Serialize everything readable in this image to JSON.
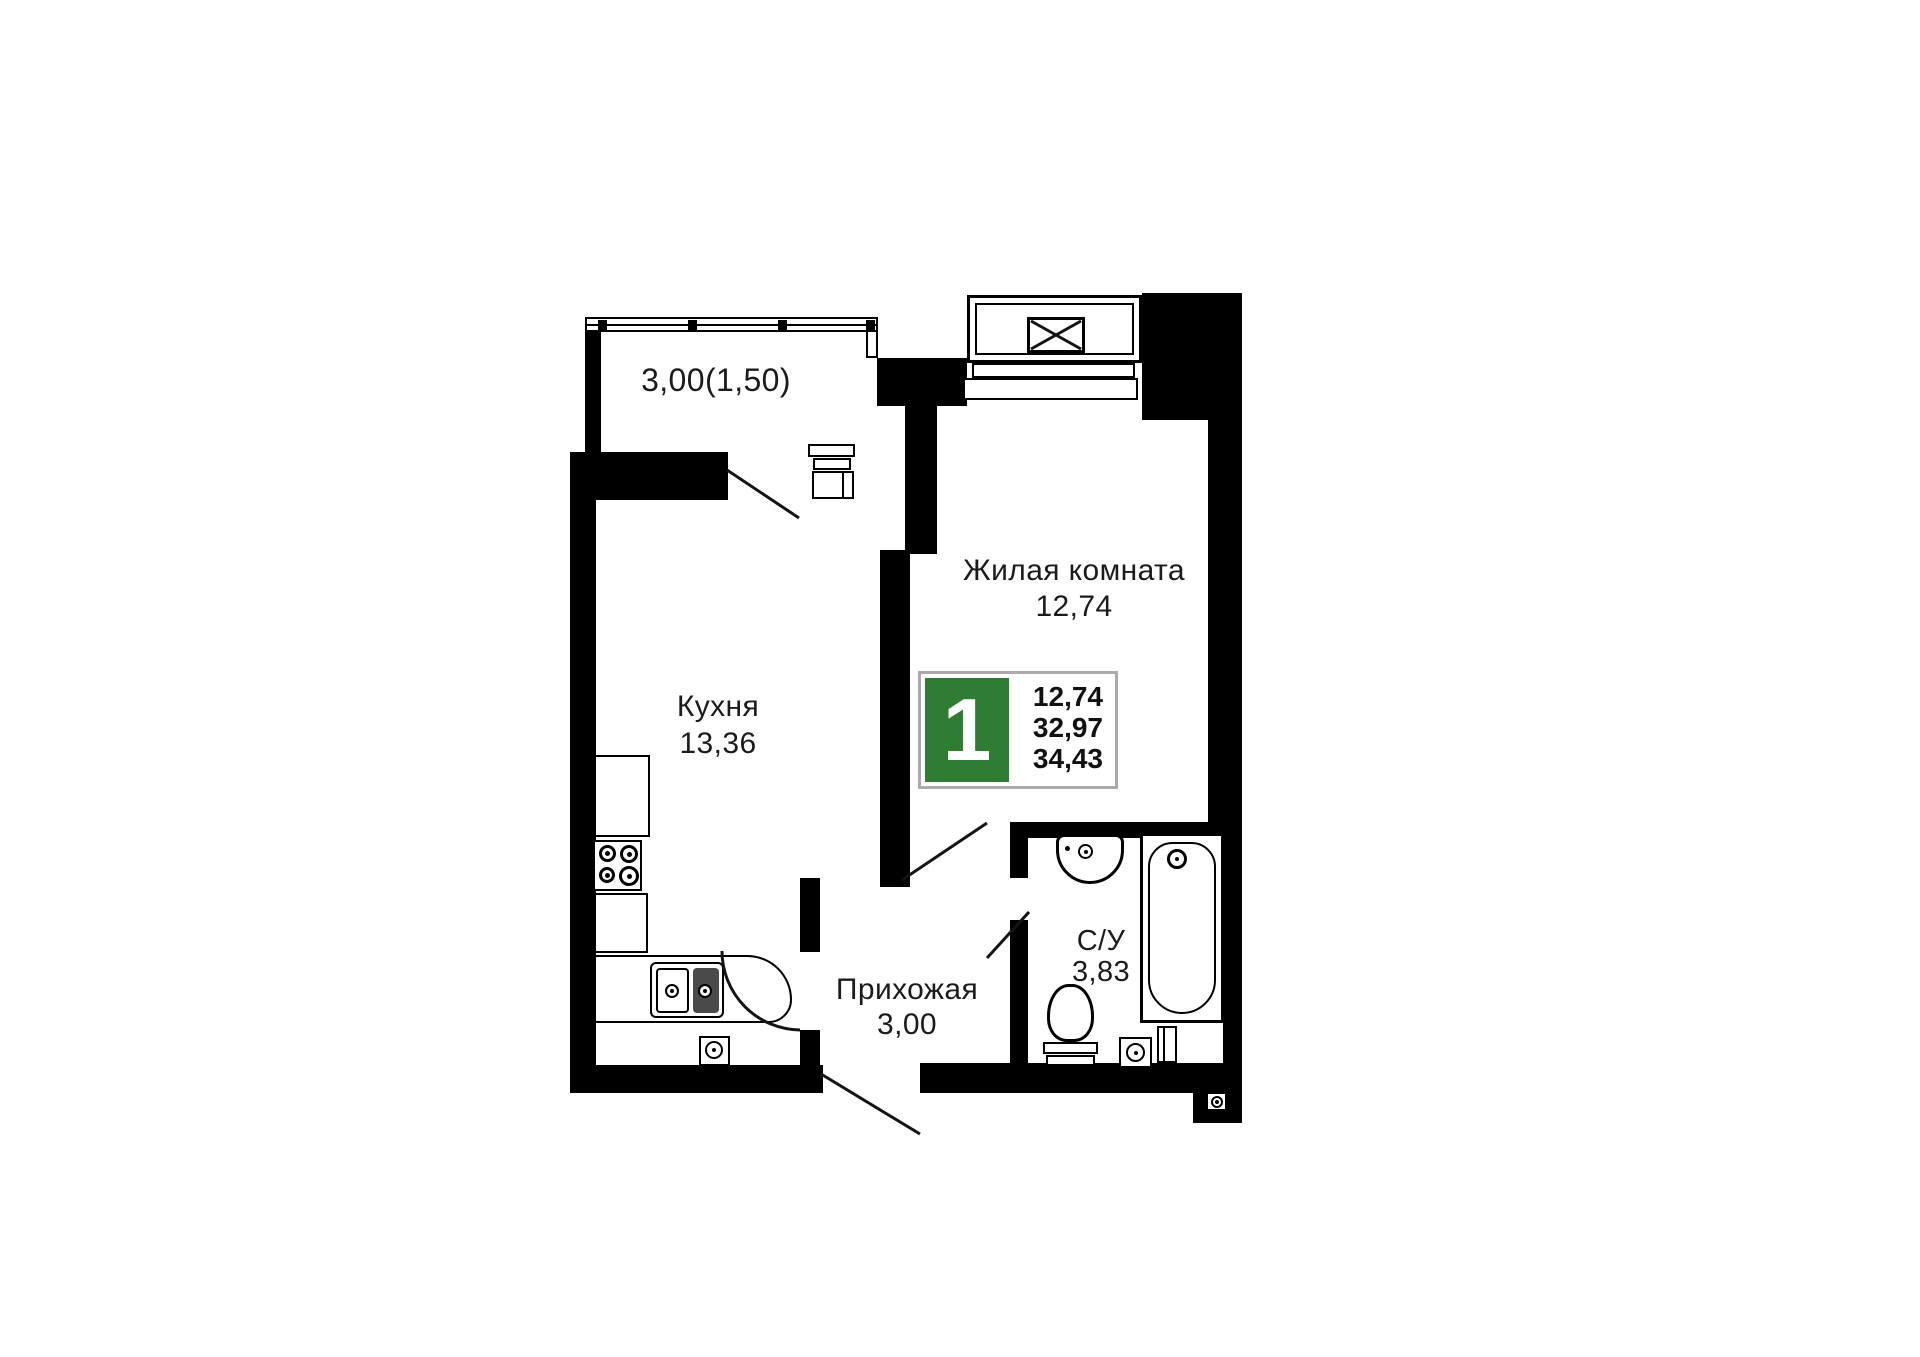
{
  "plan": {
    "unit_badge": {
      "rooms_count": "1",
      "area_living": "12,74",
      "area_no_balcony": "32,97",
      "area_total": "34,43",
      "accent_green": "#2e7d32"
    },
    "labels": {
      "balcony": {
        "area": "3,00(1,50)"
      },
      "kitchen": {
        "name": "Кухня",
        "area": "13,36"
      },
      "living_room": {
        "name": "Жилая комната",
        "area": "12,74"
      },
      "hallway": {
        "name": "Прихожая",
        "area": "3,00"
      },
      "bathroom": {
        "name": "С/У",
        "area": "3,83"
      }
    },
    "icons": [
      "stove-icon",
      "kitchen-sink-icon",
      "washing-machine-icon",
      "fridge-cabinet-icon",
      "washbasin-icon",
      "bathtub-icon",
      "toilet-icon",
      "vent-shaft-icon",
      "door-swing-icon",
      "window-glazing-icon"
    ],
    "colors": {
      "wall": "#000000",
      "text": "#1b1b1b",
      "badge_border": "#ababab",
      "badge_number_color": "#ffffff"
    }
  }
}
